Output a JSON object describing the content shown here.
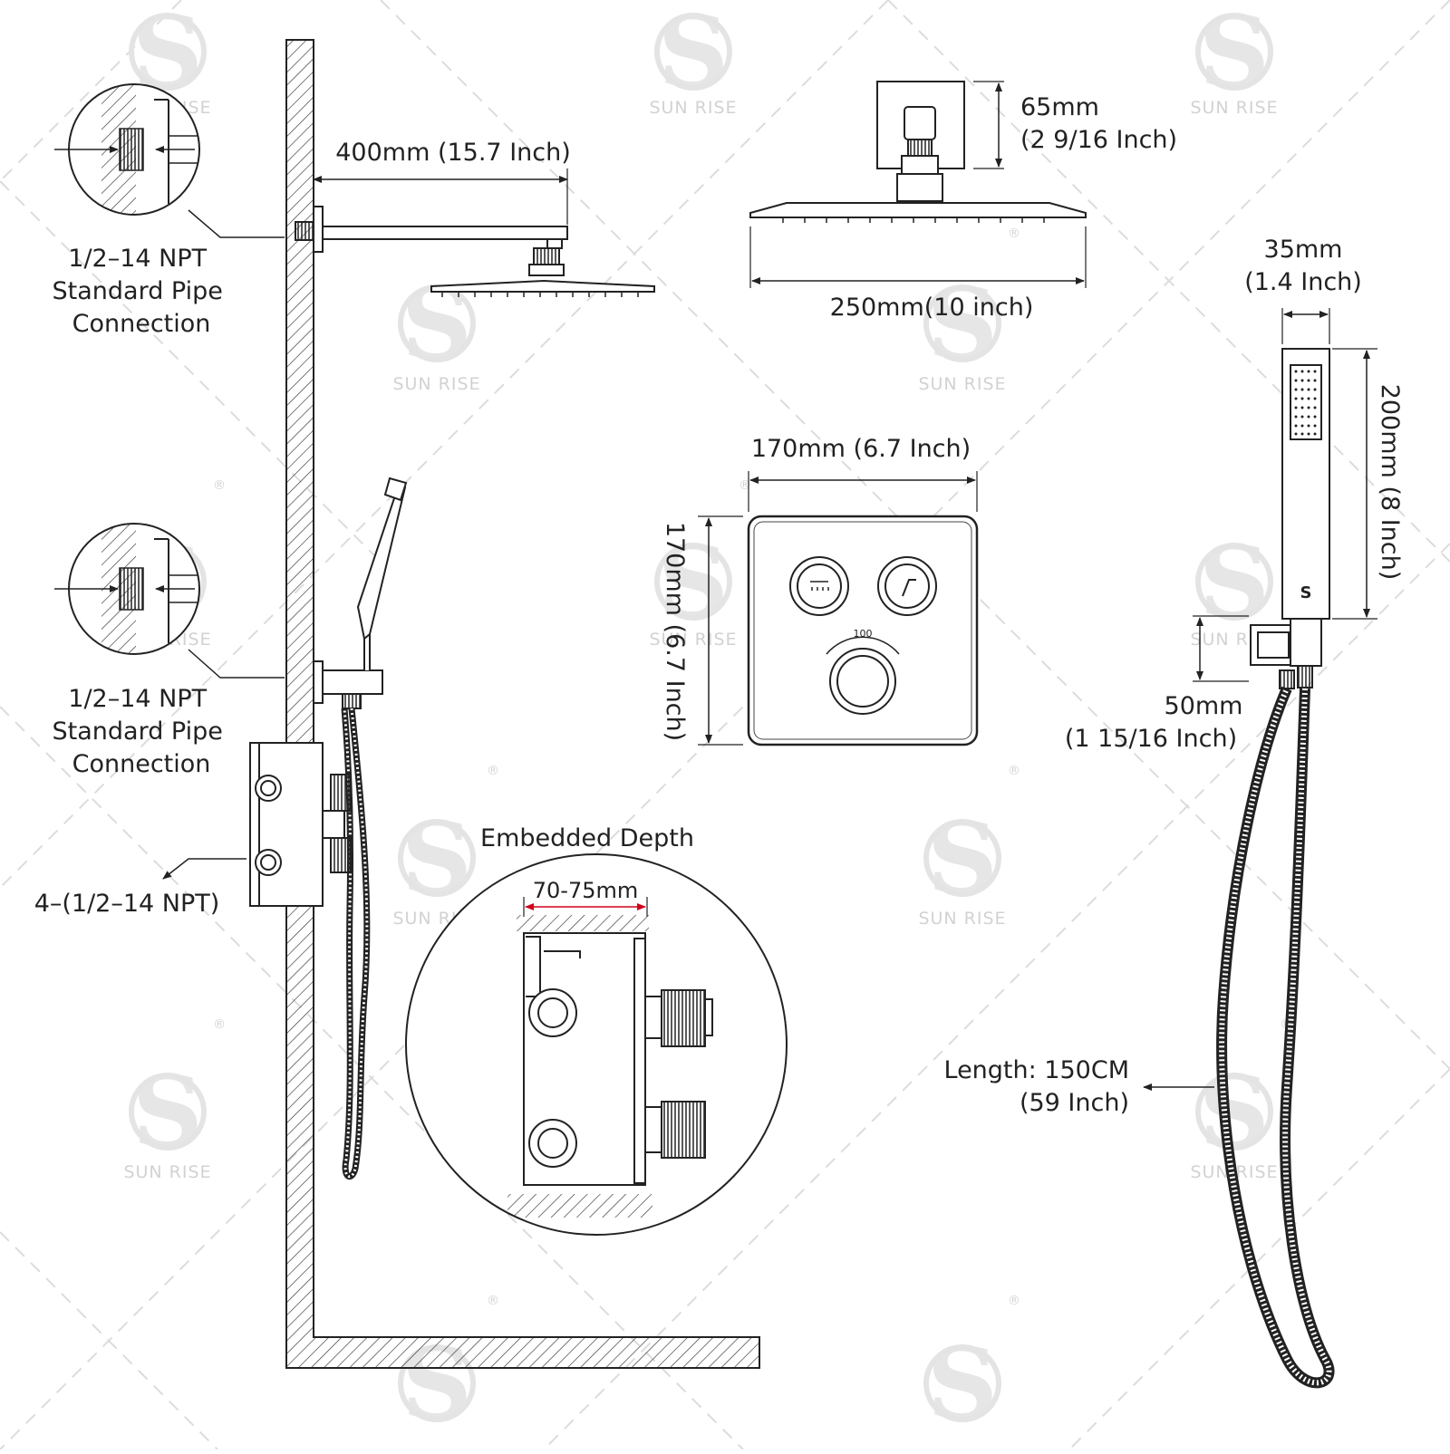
{
  "watermark": {
    "brand": "SUN RISE",
    "logo_letter": "S",
    "registered_mark": "®"
  },
  "labels": {
    "arm_length": "400mm (15.7 Inch)",
    "pipe_connection_top": [
      "1/2–14 NPT",
      "Standard Pipe",
      "Connection"
    ],
    "pipe_connection_mid": [
      "1/2–14 NPT",
      "Standard Pipe",
      "Connection"
    ],
    "valve_ports": "4–(1/2–14 NPT)",
    "head_height": [
      "65mm",
      "(2 9/16 Inch)"
    ],
    "head_width": "250mm(10 inch)",
    "plate_width": "170mm (6.7 Inch)",
    "plate_height": "170mm (6.7 Inch)",
    "dial_value": "100",
    "embedded_title": "Embedded Depth",
    "embedded_depth": "70-75mm",
    "handheld_width": [
      "35mm",
      "(1.4 Inch)"
    ],
    "handheld_length": "200mm (8 Inch)",
    "holder_height": [
      "50mm",
      "(1 15/16 Inch)"
    ],
    "hose_length": [
      "Length: 150CM",
      "(59 Inch)"
    ]
  },
  "colors": {
    "line": "#222222",
    "watermark": "#dcdcdc",
    "accent_arrow": "#d0021b"
  }
}
